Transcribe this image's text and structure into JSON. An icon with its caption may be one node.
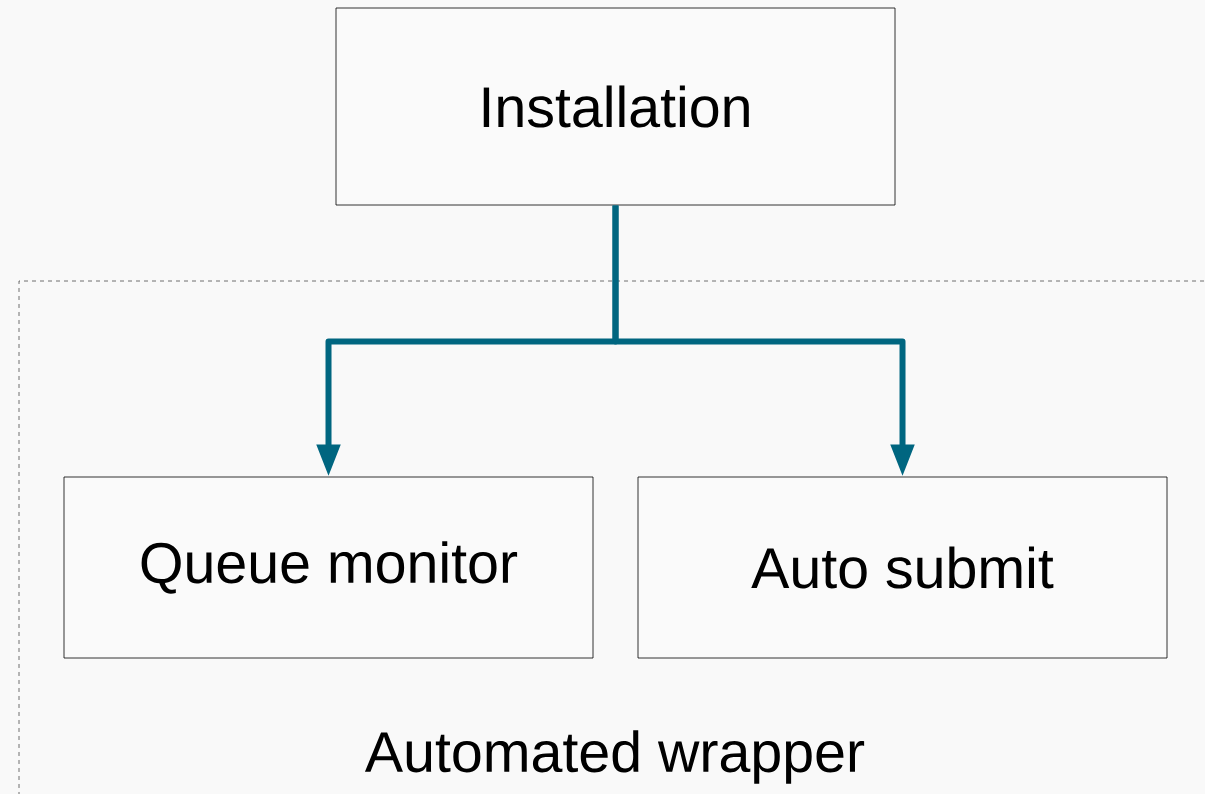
{
  "diagram": {
    "nodes": [
      {
        "text": [
          "Installation"
        ]
      },
      {
        "text": [
          "Automated wrapper"
        ]
      },
      {
        "text": [
          "Queue monitor"
        ],
        "in": 1
      },
      {
        "text": [
          "Auto submit"
        ],
        "in": 1
      }
    ],
    "edges": [
      {
        "from": 0,
        "to": 2,
        "arrow": "to"
      },
      {
        "from": 0,
        "to": 3,
        "arrow": "to"
      }
    ]
  }
}
